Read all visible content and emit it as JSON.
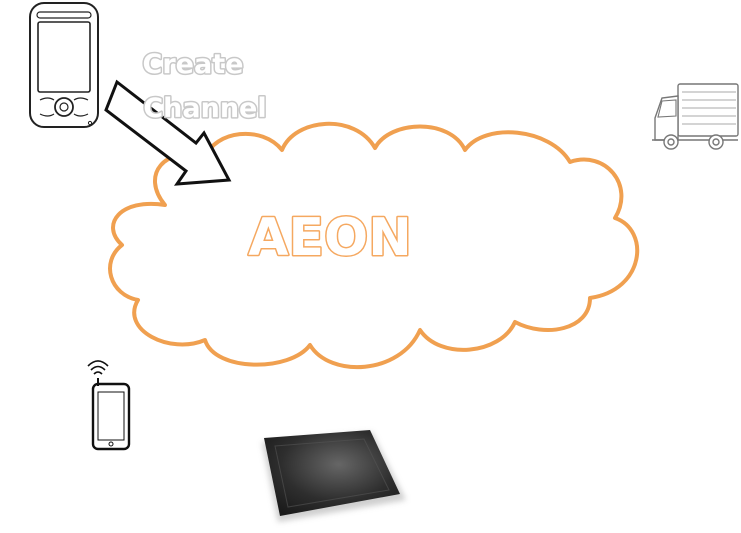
{
  "cloud": {
    "label": "AEON",
    "stroke_color": "#f0a050",
    "label_color": "#f5a860"
  },
  "arrow": {
    "label_line1": "Create",
    "label_line2": "Channel",
    "label_color": "#c8c8c8"
  },
  "icons": {
    "phone": "feature-phone-icon",
    "truck": "delivery-truck-icon",
    "smartphone": "wireless-smartphone-icon",
    "tablet": "tablet-icon"
  }
}
